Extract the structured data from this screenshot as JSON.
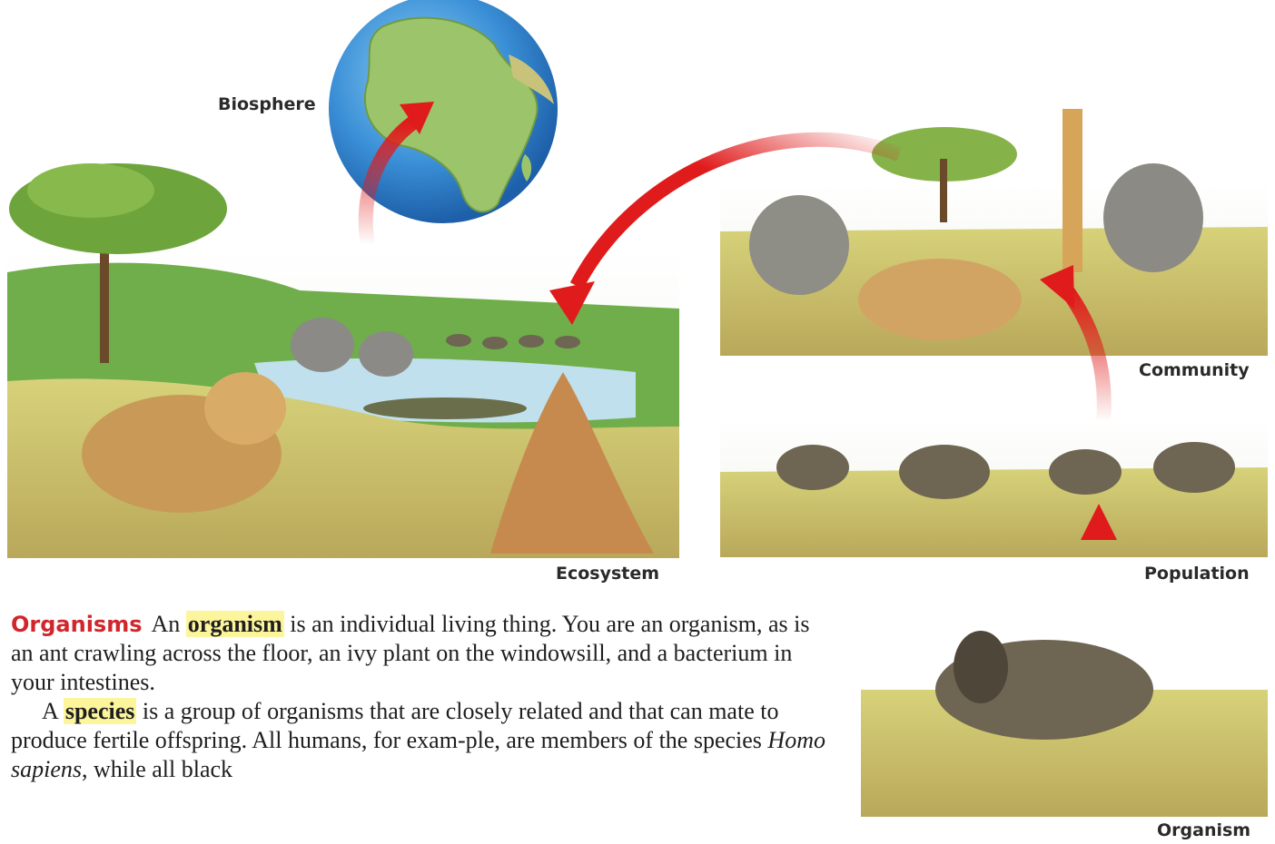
{
  "labels": {
    "biosphere": "Biosphere",
    "ecosystem": "Ecosystem",
    "community": "Community",
    "population": "Population",
    "organism": "Organism"
  },
  "text": {
    "p1_head": "Organisms",
    "p1_a": "An ",
    "p1_term": "organism",
    "p1_b": " is an individual living thing. You are an organism, as is an ant crawling across the floor, an ivy plant on the windowsill, and a bacterium in your intestines.",
    "p2_a": "A ",
    "p2_term": "species",
    "p2_b": " is a group of organisms that are closely related and that can mate to produce fertile offspring. All humans, for exam-ple, are members of the species ",
    "p2_italic": "Homo sapiens",
    "p2_c": ", while all black"
  },
  "colors": {
    "heading": "#d1262c",
    "highlight": "#fdf59c",
    "arrow": "#e01b1b",
    "ocean": "#3a8fd6",
    "grass": "#c8c560"
  }
}
